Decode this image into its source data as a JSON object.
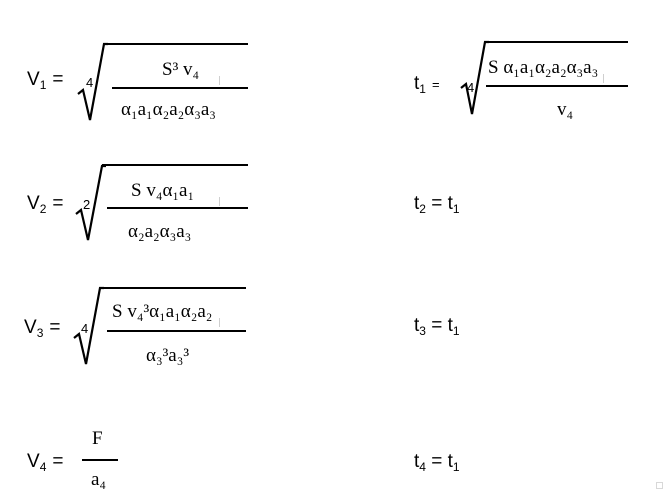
{
  "equations": {
    "v1": {
      "name": "V",
      "sub": "1",
      "eq": "=",
      "root_index": "4",
      "num": "S³ v₄",
      "den": "α₁a₁α₂a₂α₃a₃"
    },
    "t1": {
      "name": "t",
      "sub": "1",
      "eq": "=",
      "root_index": "4",
      "num": "S α₁a₁α₂a₂α₃a₃",
      "den": "v₄"
    },
    "v2": {
      "name": "V",
      "sub": "2",
      "eq": "=",
      "root_index": "2",
      "num": "S v₄α₁a₁",
      "den": "α₂a₂α₃a₃"
    },
    "t2": {
      "name": "t",
      "sub": "2",
      "rhs": "= t",
      "rhs_sub": "1"
    },
    "v3": {
      "name": "V",
      "sub": "3",
      "eq": "=",
      "root_index": "4",
      "num": "S v₄³α₁a₁α₂a₂",
      "den": "α₃³a₃³"
    },
    "t3": {
      "name": "t",
      "sub": "3",
      "rhs": "= t",
      "rhs_sub": "1"
    },
    "v4": {
      "name": "V",
      "sub": "4",
      "eq": "=",
      "num": "F",
      "den": "a₄"
    },
    "t4": {
      "name": "t",
      "sub": "4",
      "rhs": "= t",
      "rhs_sub": "1"
    }
  }
}
